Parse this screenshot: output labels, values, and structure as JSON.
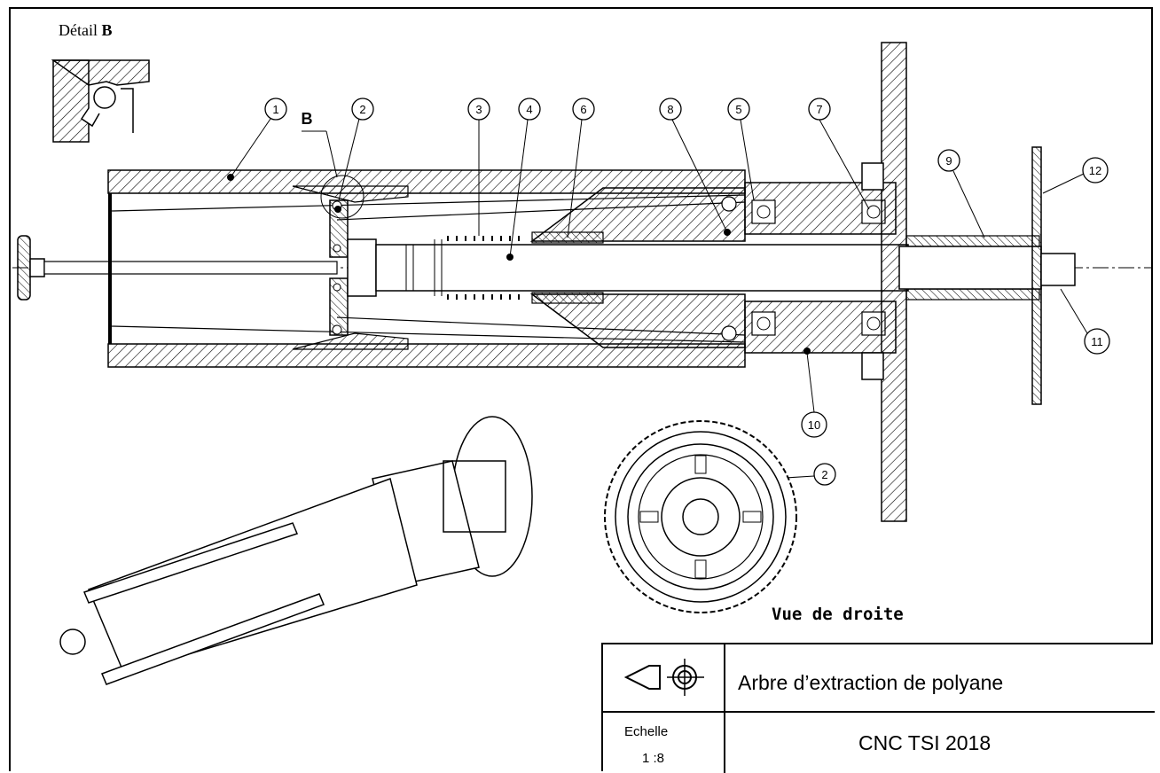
{
  "detail": {
    "prefix": "Détail ",
    "letter": "B"
  },
  "section_marker": "B",
  "balloons": [
    "1",
    "2",
    "3",
    "4",
    "6",
    "8",
    "5",
    "7",
    "9",
    "12",
    "11",
    "10"
  ],
  "right_view_balloon": "2",
  "right_view_label": "Vue de droite",
  "title_block": {
    "title": "Arbre d’extraction de polyane",
    "scale_label": "Echelle",
    "scale_value": "1 :8",
    "exam": "CNC TSI 2018",
    "projection_symbol": "first-angle-projection-icon"
  },
  "colors": {
    "ink": "#000000",
    "paper": "#ffffff"
  }
}
